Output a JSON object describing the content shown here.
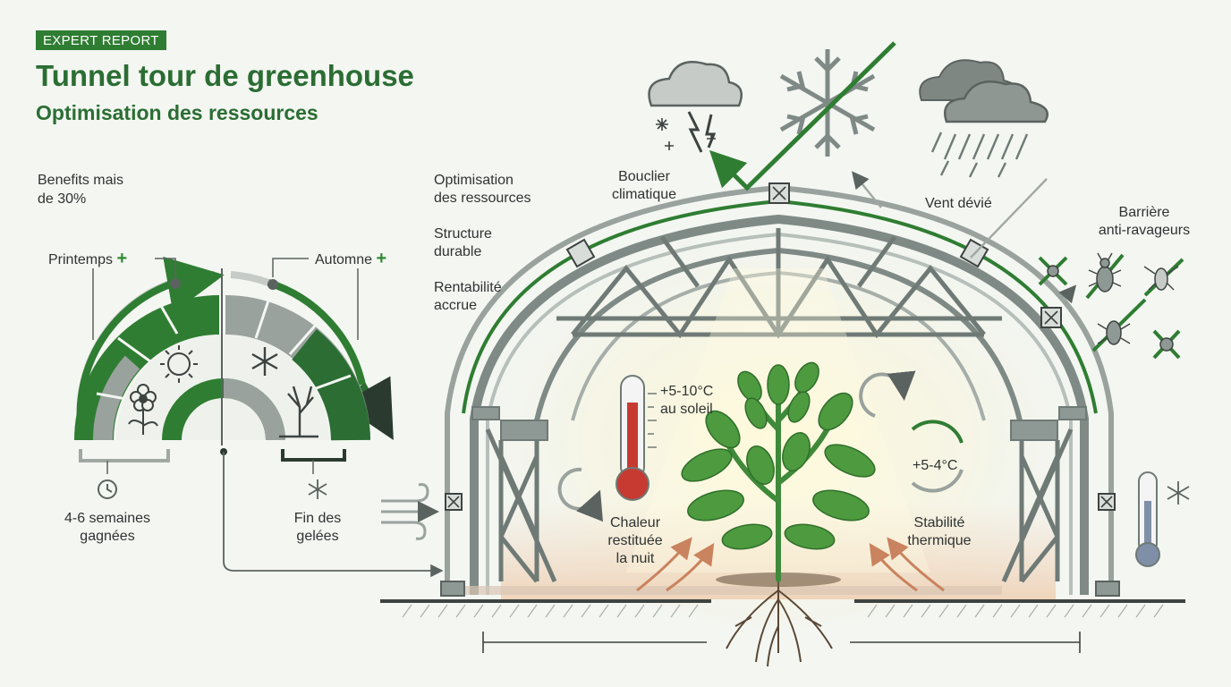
{
  "header": {
    "badge": "EXPERT REPORT",
    "title": "Tunnel tour de greenhouse",
    "subtitle": "Optimisation des ressources"
  },
  "season": {
    "benefits_line1": "Benefits mais",
    "benefits_line2": "de 30%",
    "spring_label": "Printemps",
    "autumn_label": "Automne",
    "plus_sign": "+",
    "weeks_line1": "4-6 semaines",
    "weeks_line2": "gagnées",
    "frost_line1": "Fin des",
    "frost_line2": "gelées"
  },
  "features": {
    "item1_line1": "Optimisation",
    "item1_line2": "des ressources",
    "item2_line1": "Structure",
    "item2_line2": "durable",
    "item3_line1": "Rentabilité",
    "item3_line2": "accrue"
  },
  "greenhouse": {
    "shield_line1": "Bouclier",
    "shield_line2": "climatique",
    "wind": "Vent dévié",
    "pest_line1": "Barrière",
    "pest_line2": "anti-ravageurs",
    "sun_temp_line1": "+5-10°C",
    "sun_temp_line2": "au soleil",
    "night_temp": "+5-4°C",
    "heat_line1": "Chaleur",
    "heat_line2": "restituée",
    "heat_line3": "la nuit",
    "stability_line1": "Stabilité",
    "stability_line2": "thermique"
  },
  "colors": {
    "brand_green": "#2f7d32",
    "dark_green": "#2b6d33",
    "frame_gray": "#8e9894",
    "thermometer_red": "#c63a32",
    "warm_arrow": "#c9835e"
  }
}
